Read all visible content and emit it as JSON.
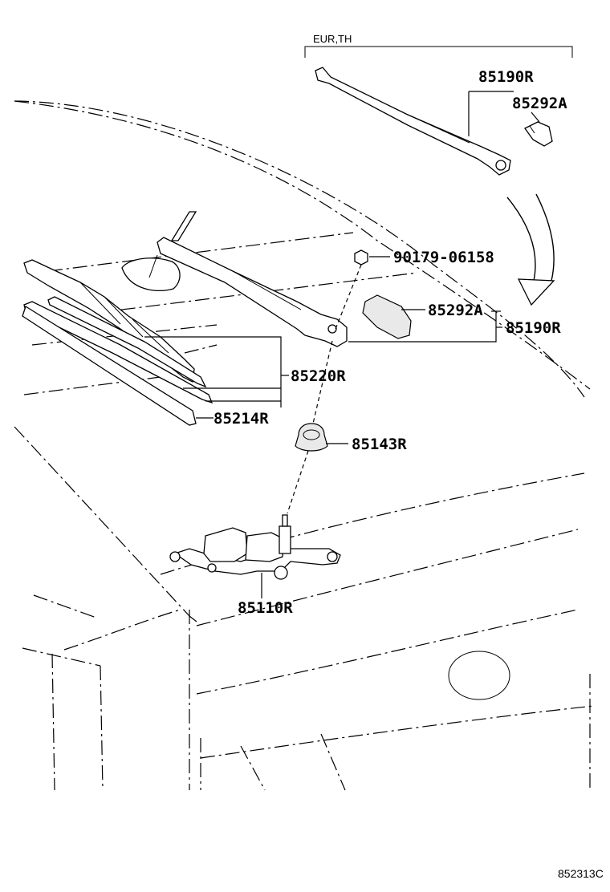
{
  "variant_label": "EUR,TH",
  "parts": {
    "arm_upper": "85190R",
    "cap_upper": "85292A",
    "nut": "90179-06158",
    "cap_lower": "85292A",
    "arm_lower": "85190R",
    "blade": "85220R",
    "blade_rubber": "85214R",
    "pivot_cap": "85143R",
    "motor": "85110R"
  },
  "figure_code": "852313C"
}
